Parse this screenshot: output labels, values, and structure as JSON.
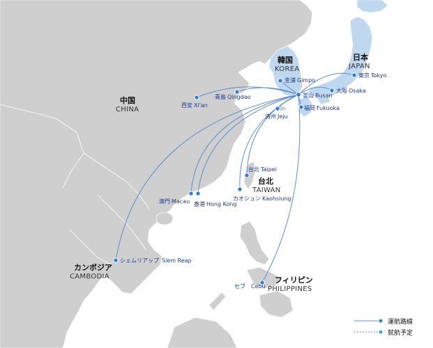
{
  "countries": {
    "china": {
      "ja": "中国",
      "en": "CHINA"
    },
    "korea": {
      "ja": "韓国",
      "en": "KOREA"
    },
    "japan": {
      "ja": "日本",
      "en": "JAPAN"
    },
    "taiwan": {
      "ja": "台北",
      "en": "TAIWAN"
    },
    "cambodia": {
      "ja": "カンボジア",
      "en": "CAMBODIA"
    },
    "philippines": {
      "ja": "フィリピン",
      "en": "PHILIPPINES"
    }
  },
  "cities": {
    "busan": {
      "ja": "釜山",
      "en": "Busan"
    },
    "gimpo": {
      "ja": "金浦",
      "en": "Gimpo"
    },
    "jeju": {
      "ja": "済州",
      "en": "Jeju"
    },
    "tokyo": {
      "ja": "東京",
      "en": "Tokyo"
    },
    "osaka": {
      "ja": "大阪",
      "en": "Osaka"
    },
    "fukuoka": {
      "ja": "福岡",
      "en": "Fukuoka"
    },
    "qingdao": {
      "ja": "青島",
      "en": "Qingdao"
    },
    "xian": {
      "ja": "西安",
      "en": "Xi'an"
    },
    "taipei": {
      "ja": "台北",
      "en": "Taipei"
    },
    "kaohsiung": {
      "ja": "カオシュン",
      "en": "Kaohsiung"
    },
    "macau": {
      "ja": "澳門",
      "en": "Macau"
    },
    "hongkong": {
      "ja": "香港",
      "en": "Hong Kong"
    },
    "siemreap": {
      "ja": "シェムリアップ",
      "en": "Siem Reap"
    },
    "cebu": {
      "ja": "セブ",
      "en": "Cebu"
    }
  },
  "legend": {
    "operating": "運航路線",
    "planned": "就航予定"
  },
  "colors": {
    "sea": "#ffffff",
    "land": "#cfcfcf",
    "land_dark": "#c4c4c4",
    "border": "#ffffff",
    "highlight": "#bfd8ef",
    "route": "#5b8fd0",
    "dot": "#2f7fd6",
    "text_city": "#1e3a8a"
  }
}
